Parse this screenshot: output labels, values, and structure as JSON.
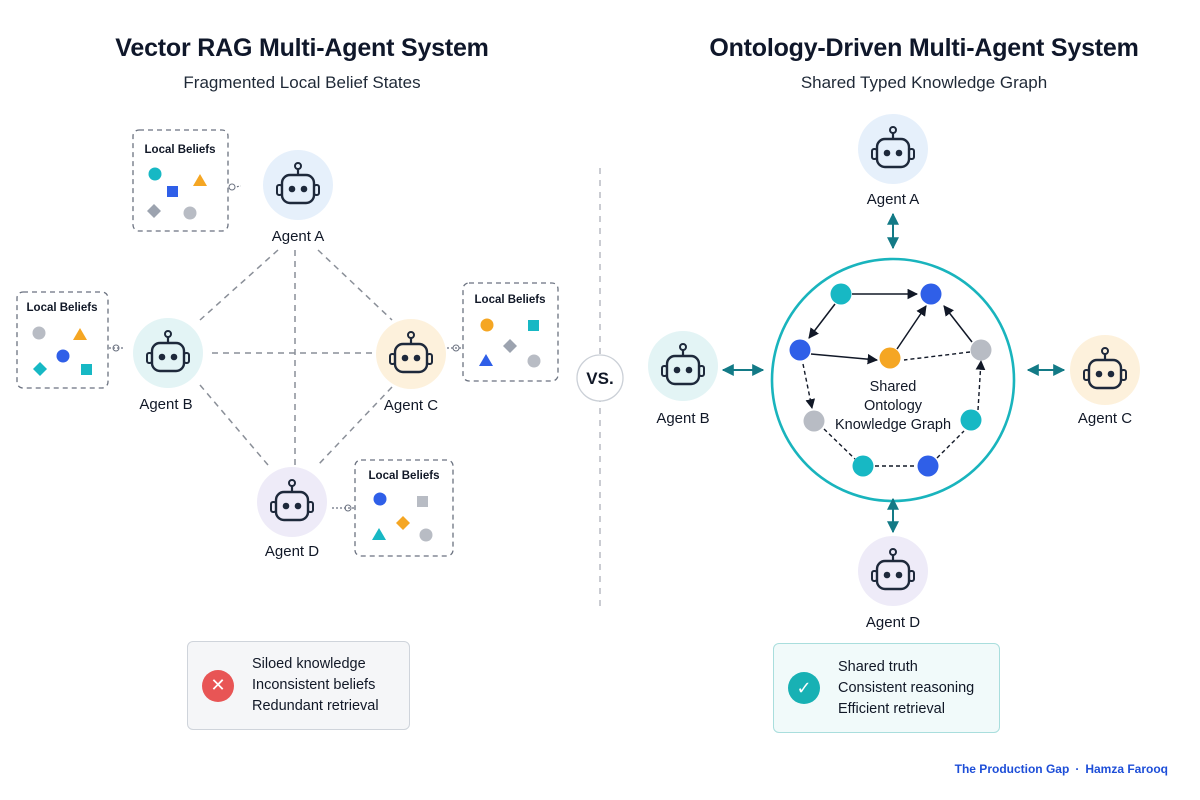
{
  "left": {
    "title": "Vector RAG Multi-Agent System",
    "subtitle": "Fragmented Local Belief States",
    "agents": {
      "a": "Agent A",
      "b": "Agent B",
      "c": "Agent C",
      "d": "Agent D"
    },
    "belief_box_label": "Local Beliefs",
    "summary": [
      "Siloed knowledge",
      "Inconsistent beliefs",
      "Redundant retrieval"
    ]
  },
  "vs_label": "VS.",
  "right": {
    "title": "Ontology-Driven Multi-Agent System",
    "subtitle": "Shared Typed Knowledge Graph",
    "agents": {
      "a": "Agent A",
      "b": "Agent B",
      "c": "Agent C",
      "d": "Agent D"
    },
    "center_lines": [
      "Shared",
      "Ontology",
      "Knowledge Graph"
    ],
    "summary": [
      "Shared truth",
      "Consistent reasoning",
      "Efficient retrieval"
    ]
  },
  "footer": {
    "brand": "The Production Gap",
    "separator": "·",
    "author": "Hamza Farooq"
  },
  "colors": {
    "teal": "#17b8c4",
    "blue": "#2f5fe8",
    "orange": "#f5a623",
    "gray": "#b8bcc4",
    "agent_a_bg": "#e6f0fb",
    "agent_b_bg": "#e3f4f5",
    "agent_c_bg": "#fdf1dc",
    "agent_d_bg": "#eeebf8",
    "error_red": "#e85555",
    "check_teal": "#18b1b4"
  },
  "icons": {
    "agent": "robot-icon",
    "negative": "x-icon",
    "positive": "check-icon"
  }
}
